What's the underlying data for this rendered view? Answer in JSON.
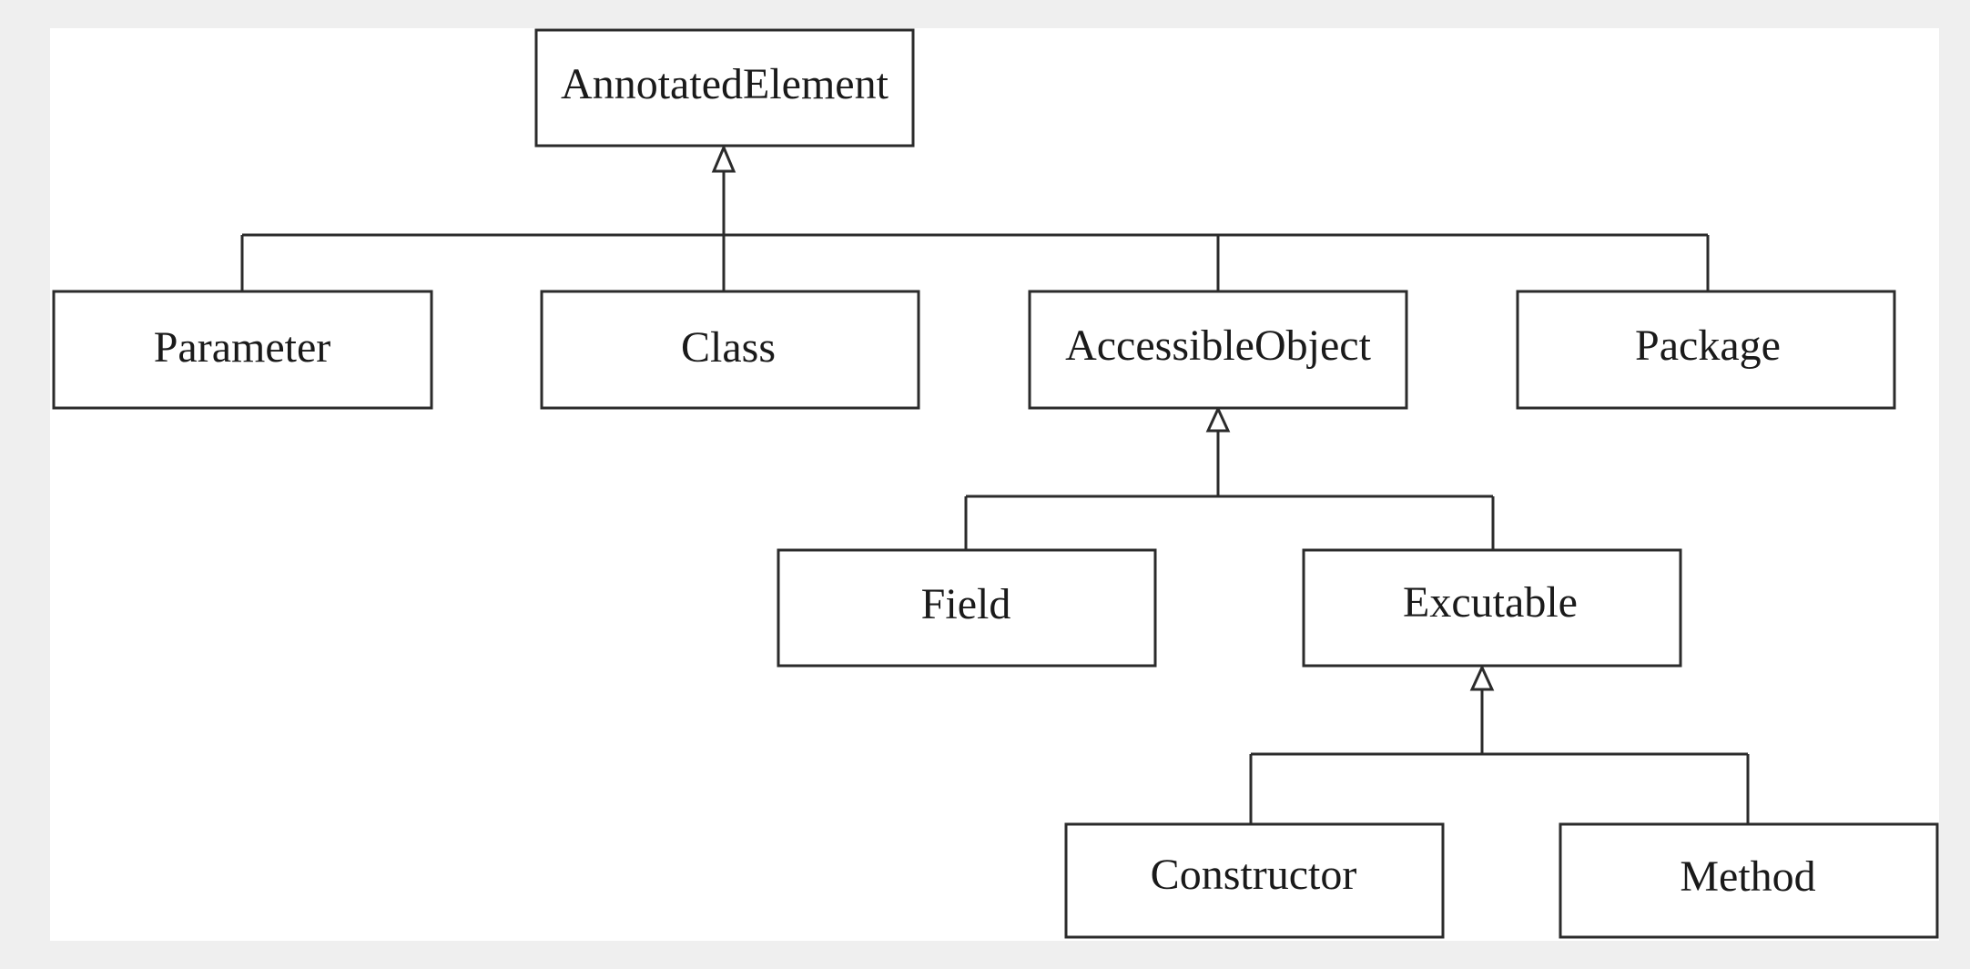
{
  "diagram": {
    "colors": {
      "page_background": "#efefef",
      "canvas_background": "#ffffff",
      "stroke": "#2b2b2b",
      "text": "#1a1a1a"
    },
    "nodes": {
      "annotated_element": "AnnotatedElement",
      "parameter": "Parameter",
      "class": "Class",
      "accessible_object": "AccessibleObject",
      "package": "Package",
      "field": "Field",
      "excutable": "Excutable",
      "constructor": "Constructor",
      "method": "Method"
    },
    "relations": [
      {
        "parent": "AnnotatedElement",
        "children": [
          "Parameter",
          "Class",
          "AccessibleObject",
          "Package"
        ],
        "type": "inheritance"
      },
      {
        "parent": "AccessibleObject",
        "children": [
          "Field",
          "Excutable"
        ],
        "type": "inheritance"
      },
      {
        "parent": "Excutable",
        "children": [
          "Constructor",
          "Method"
        ],
        "type": "inheritance"
      }
    ]
  }
}
